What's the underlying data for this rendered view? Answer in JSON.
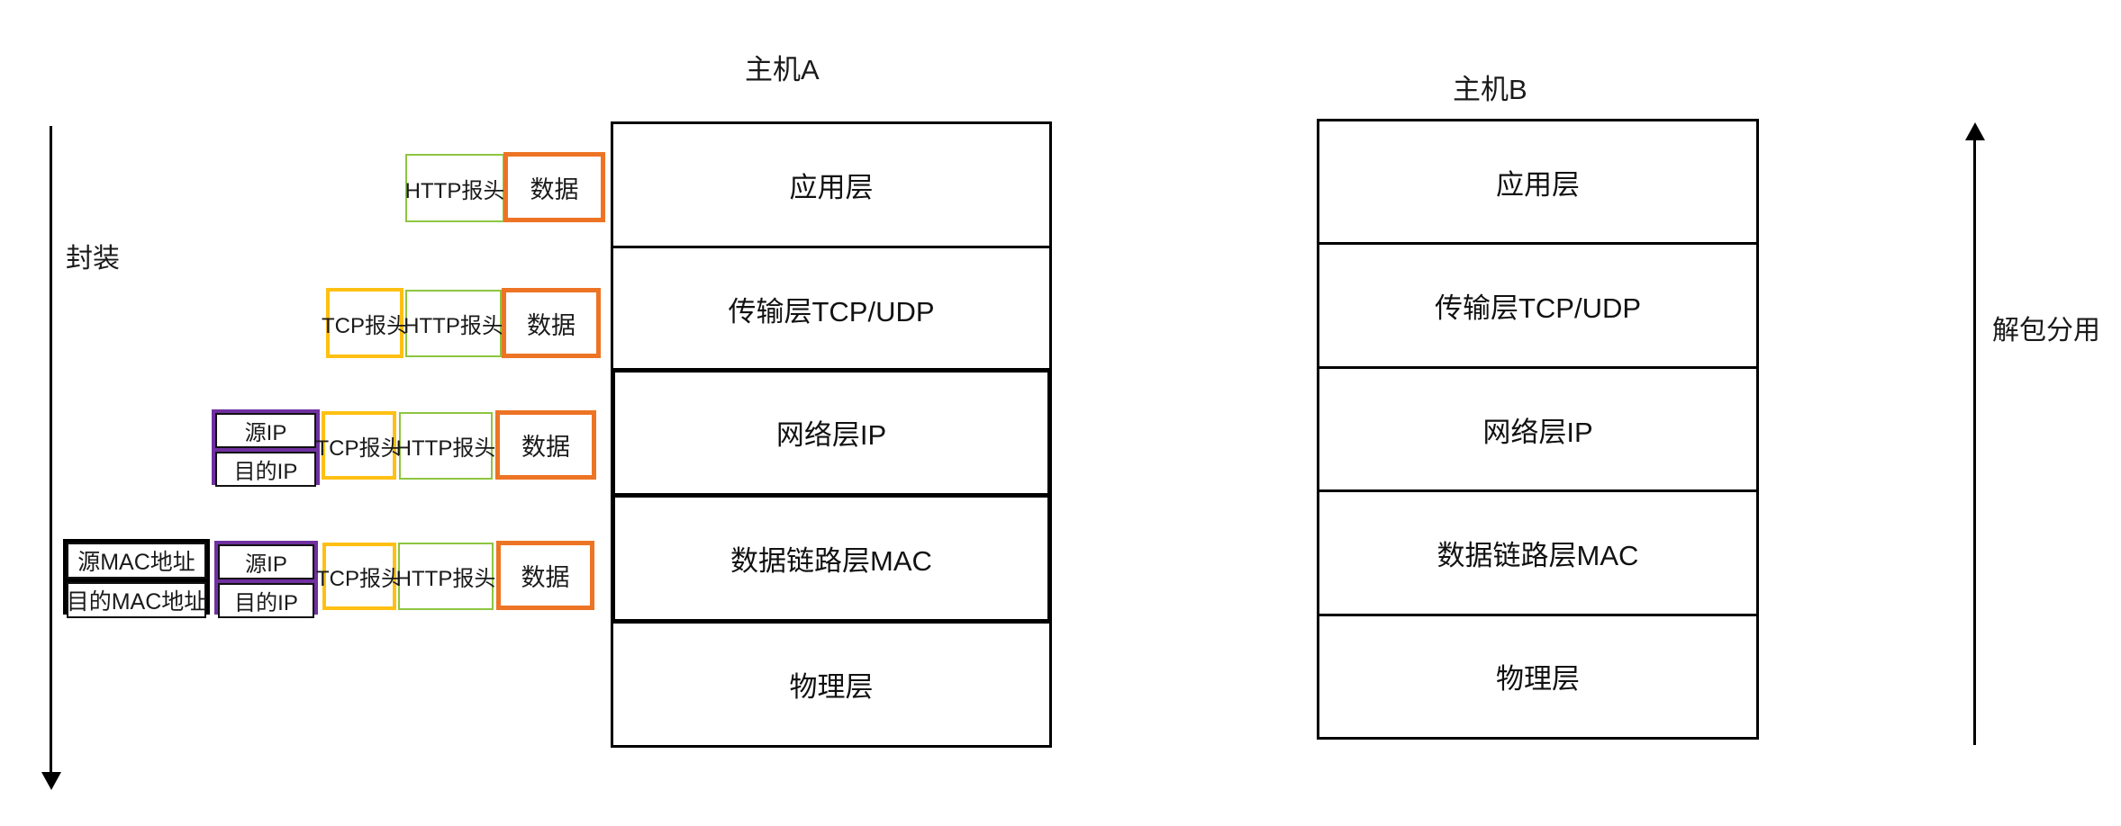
{
  "titles": {
    "host_a": "主机A",
    "host_b": "主机B"
  },
  "flows": {
    "encapsulate": "封装",
    "decapsulate": "解包分用"
  },
  "layers": [
    "应用层",
    "传输层TCP/UDP",
    "网络层IP",
    "数据链路层MAC",
    "物理层"
  ],
  "packets": {
    "row1": {
      "http": "HTTP报头",
      "data": "数据"
    },
    "row2": {
      "tcp": "TCP报头",
      "http": "HTTP报头",
      "data": "数据"
    },
    "row3": {
      "ip_src": "源IP",
      "ip_dst": "目的IP",
      "tcp": "TCP报头",
      "http": "HTTP报头",
      "data": "数据"
    },
    "row4": {
      "mac_src": "源MAC地址",
      "mac_dst": "目的MAC地址",
      "ip_src": "源IP",
      "ip_dst": "目的IP",
      "tcp": "TCP报头",
      "http": "HTTP报头",
      "data": "数据"
    }
  },
  "colors": {
    "http_border": "#8DC63F",
    "tcp_border": "#FFC013",
    "data_border": "#ED7425",
    "ip_border": "#7030A0",
    "mac_border": "#000000",
    "line": "#000000"
  }
}
